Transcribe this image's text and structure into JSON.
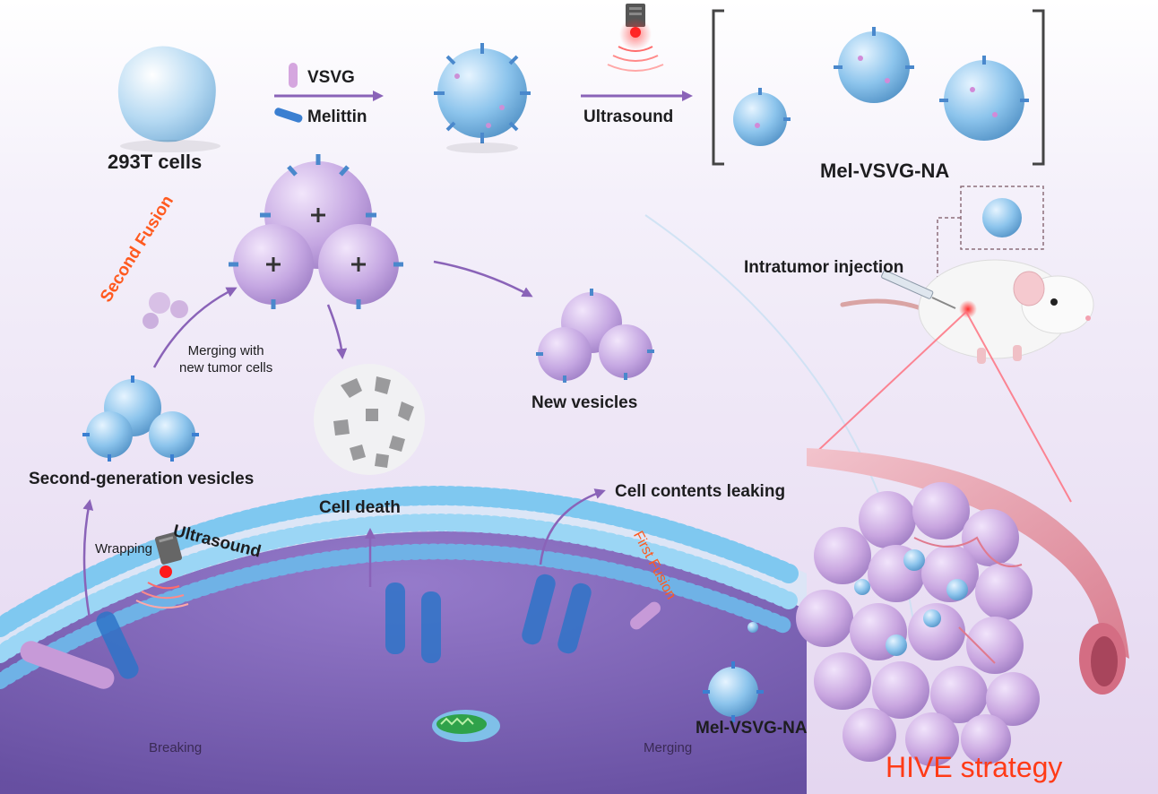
{
  "colors": {
    "arrow": "#8a63b8",
    "vesicle": "#8cc4ec",
    "membrane_bead": "#7fc8f0",
    "tumor": "#c9a6e0",
    "vessel": "#e49aa8",
    "accent_orange": "#ff5a1f",
    "hive_red": "#ff3b17"
  },
  "labels": {
    "cells_293t": "293T cells",
    "vsvg": "VSVG",
    "melittin": "Melittin",
    "ultrasound_top": "Ultrasound",
    "mel_vsvg_na_top": "Mel-VSVG-NA",
    "intratumor_injection": "Intratumor injection",
    "second_fusion": "Second Fusion",
    "merging_new_tumor": "Merging with\nnew tumor cells",
    "new_vesicles": "New vesicles",
    "second_gen_vesicles": "Second-generation vesicles",
    "cell_death": "Cell death",
    "cell_contents_leaking": "Cell contents leaking",
    "first_fusion": "First Fusion",
    "wrapping": "Wrapping",
    "ultrasound_bottom": "Ultrasound",
    "breaking": "Breaking",
    "merging": "Merging",
    "mel_vsvg_na_bottom": "Mel-VSVG-NA",
    "hive_strategy": "HIVE strategy"
  },
  "icons": [
    "ultrasound-probe-icon",
    "syringe-icon",
    "mouse-icon",
    "mitochondrion-icon"
  ]
}
